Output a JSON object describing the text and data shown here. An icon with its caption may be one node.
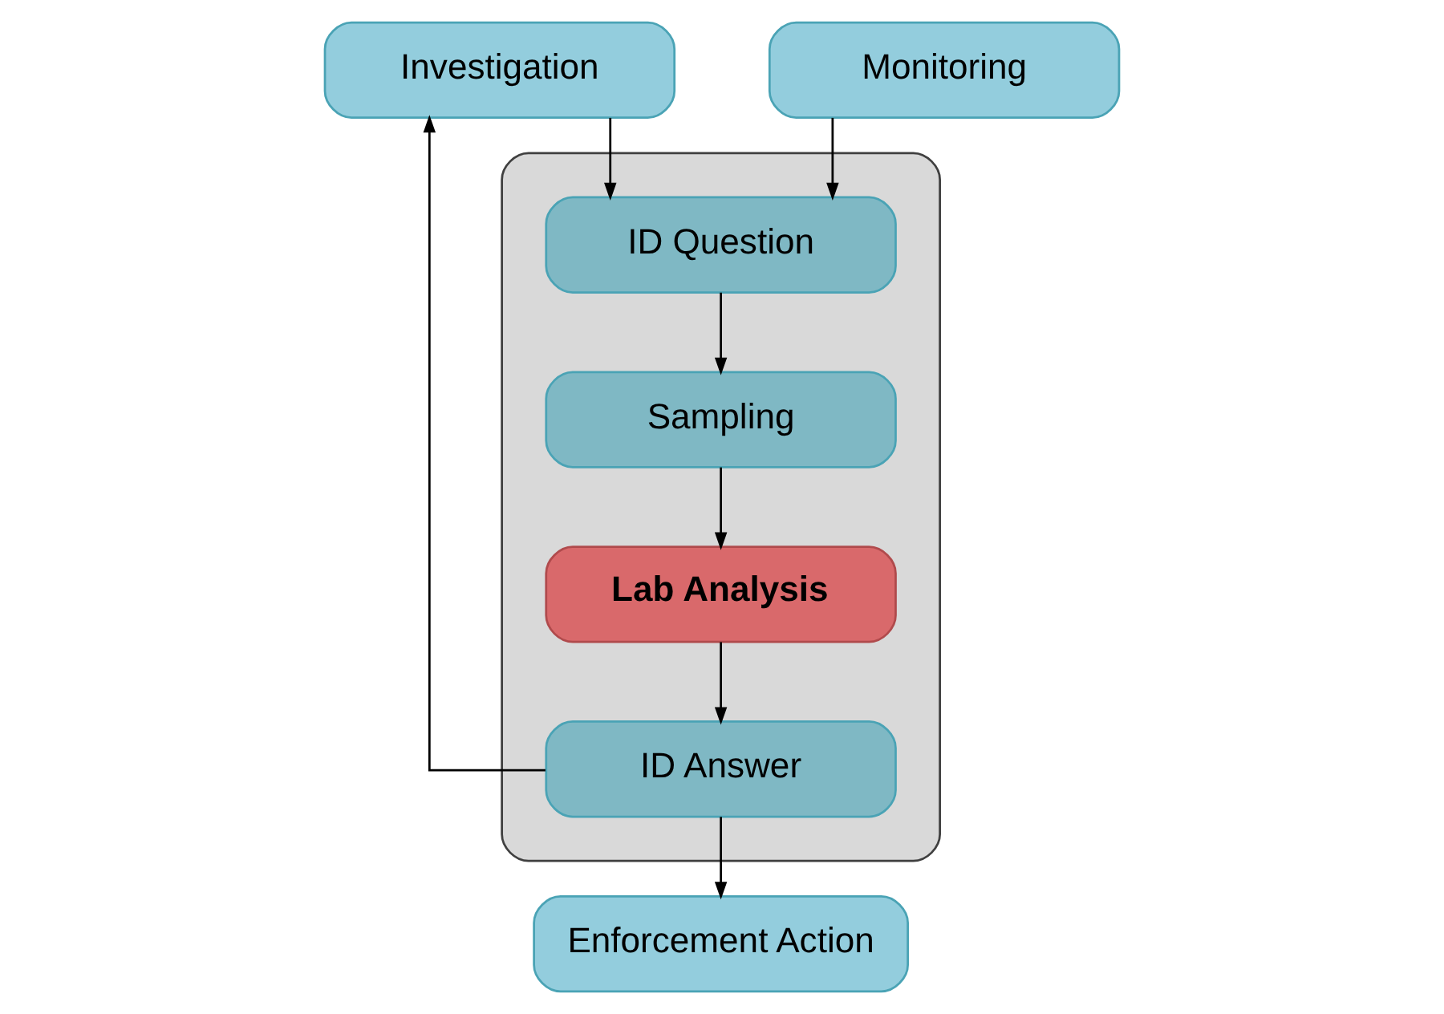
{
  "diagram": {
    "nodes": [
      {
        "text": [
          "Investigation"
        ]
      },
      {
        "text": [
          "Monitoring"
        ]
      },
      {
        "text": [],
        "shape": "box"
      },
      {
        "text": [
          "ID Question"
        ],
        "in": 2
      },
      {
        "text": [
          "Sampling"
        ],
        "in": 2
      },
      {
        "text": [
          "Lab Analysis"
        ],
        "in": 2
      },
      {
        "text": [
          "ID Answer"
        ],
        "in": 2
      },
      {
        "text": [
          "Enforcement Action"
        ]
      }
    ],
    "edges": [
      {
        "from": 0,
        "to": 3,
        "arrow": "to"
      },
      {
        "from": 1,
        "to": 3,
        "arrow": "to"
      },
      {
        "from": 3,
        "to": 4,
        "arrow": "to"
      },
      {
        "from": 4,
        "to": 5,
        "arrow": "to"
      },
      {
        "from": 5,
        "to": 6,
        "arrow": "to"
      },
      {
        "from": 6,
        "to": 0,
        "arrow": "to"
      },
      {
        "from": 6,
        "to": 7,
        "arrow": "to"
      }
    ]
  }
}
